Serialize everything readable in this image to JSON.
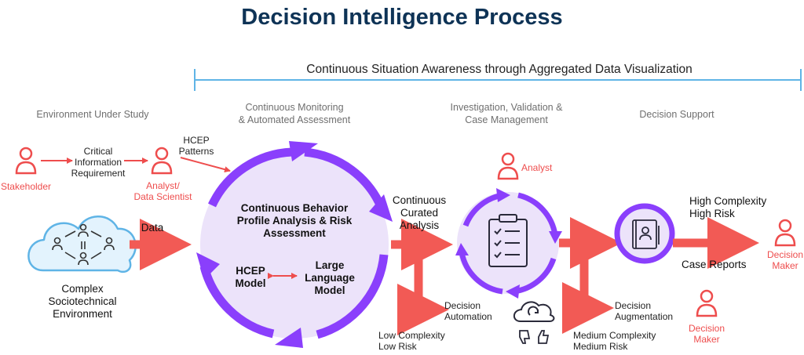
{
  "title": "Decision Intelligence Process",
  "banner": "Continuous Situation Awareness through Aggregated Data Visualization",
  "stages": {
    "environment": "Environment Under Study",
    "monitoring": "Continuous Monitoring\n& Automated Assessment",
    "investigation": "Investigation, Validation &\nCase Management",
    "support": "Decision Support"
  },
  "people": {
    "stakeholder": "Stakeholder",
    "analyst_ds": "Analyst/\nData Scientist",
    "analyst": "Analyst",
    "decision_maker_1": "Decision\nMaker",
    "decision_maker_2": "Decision\nMaker"
  },
  "labels": {
    "critical_info": "Critical\nInformation\nRequirement",
    "hcep_patterns": "HCEP\nPatterns",
    "data": "Data",
    "complex_env": "Complex\nSociotechnical\nEnvironment",
    "cycle_title": "Continuous Behavior\nProfile Analysis & Risk\nAssessment",
    "hcep_model": "HCEP\nModel",
    "llm": "Large\nLanguage\nModel",
    "curated": "Continuous\nCurated\nAnalysis",
    "decision_automation": "Decision\nAutomation",
    "low_risk": "Low Complexity\nLow Risk",
    "decision_augmentation": "Decision\nAugmentation",
    "medium_risk": "Medium Complexity\nMedium Risk",
    "high_risk": "High Complexity\nHigh Risk",
    "case_reports": "Case Reports"
  },
  "colors": {
    "title": "#0e3356",
    "accent_red": "#ee4d4d",
    "arrow_red": "#f25a55",
    "purple": "#8a3ffc",
    "lavender": "#ece3fa",
    "blue": "#5fb4e6",
    "cloud_fill": "#e3f3fd"
  }
}
